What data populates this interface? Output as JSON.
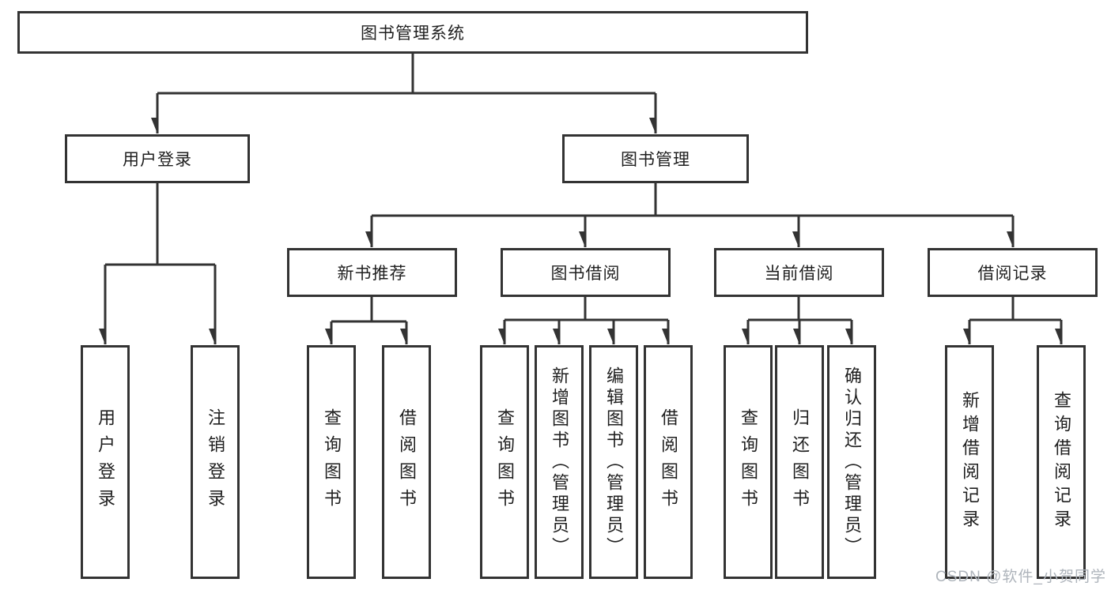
{
  "diagram": {
    "root": "图书管理系统",
    "level2": {
      "login": "用户登录",
      "manage": "图书管理"
    },
    "level3": [
      "新书推荐",
      "图书借阅",
      "当前借阅",
      "借阅记录"
    ],
    "leaves": {
      "login": [
        "用户登录",
        "注销登录"
      ],
      "recommend": [
        "查询图书",
        "借阅图书"
      ],
      "borrow": [
        "查询图书",
        "新增图书（管理员）",
        "编辑图书（管理员）",
        "借阅图书"
      ],
      "current": [
        "查询图书",
        "归还图书",
        "确认归还（管理员）"
      ],
      "records": [
        "新增借阅记录",
        "查询借阅记录"
      ]
    }
  },
  "watermark": "CSDN @软件_小贺同学",
  "colors": {
    "line": "#333333",
    "text": "#1f1f1f",
    "watermark": "#aeb4bb"
  }
}
